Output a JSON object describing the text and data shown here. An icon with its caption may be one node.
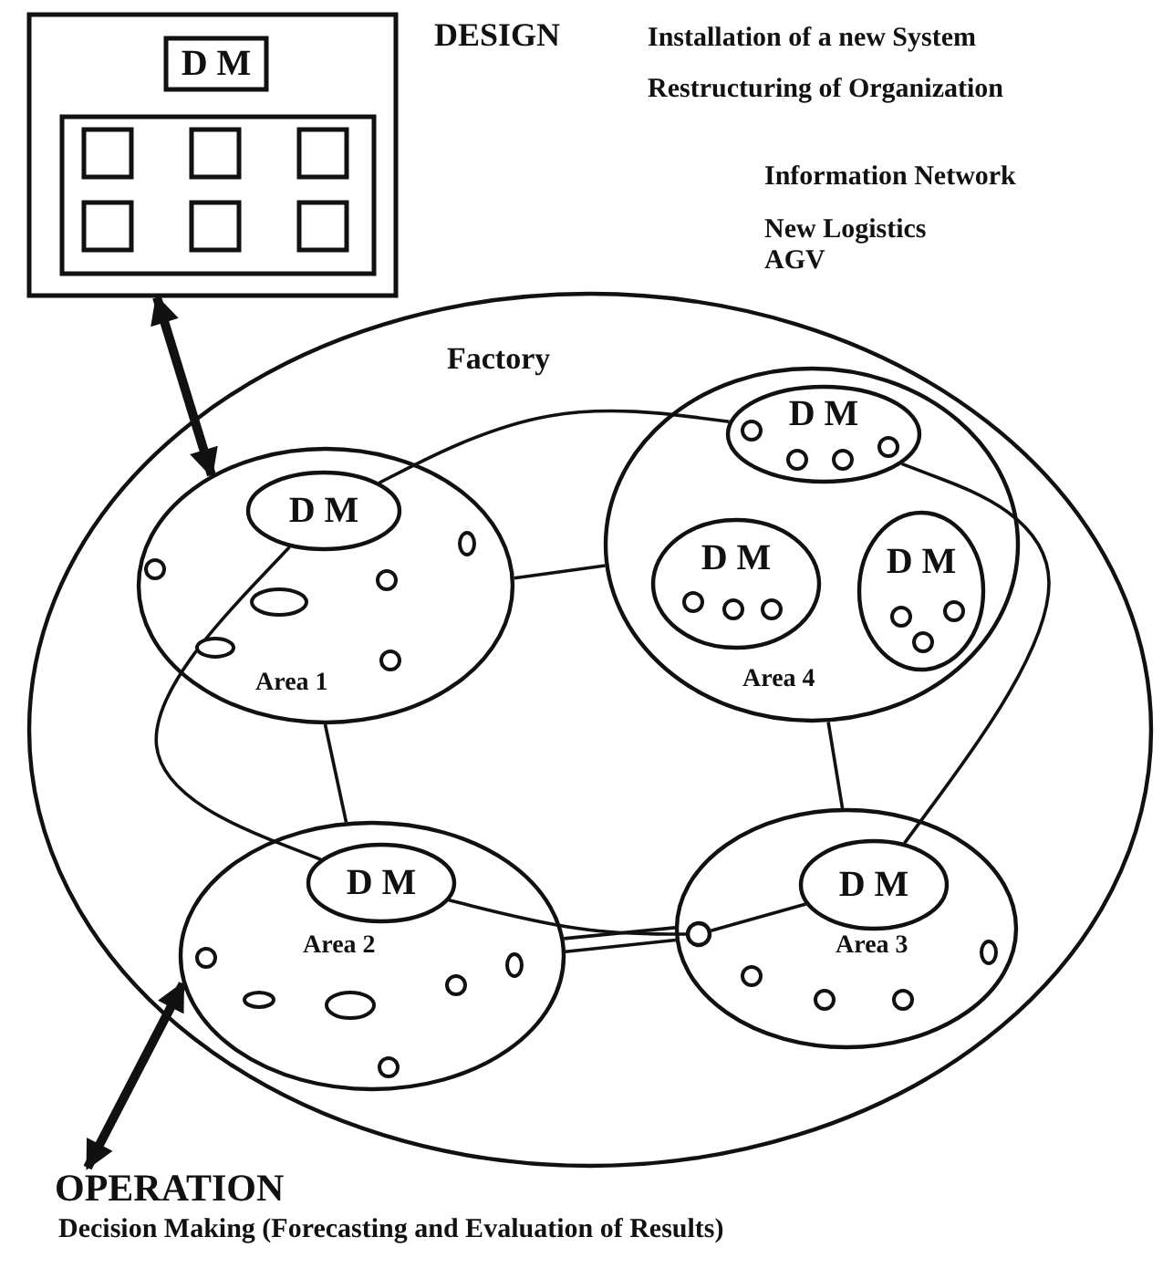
{
  "diagram": {
    "nodes": [
      {
        "text": [],
        "shape": "box"
      },
      {
        "text": [
          "D M"
        ],
        "in": 0
      },
      {
        "text": [],
        "shape": "box",
        "in": 0
      },
      {
        "text": [],
        "shape": "box",
        "in": 2
      },
      {
        "text": [],
        "shape": "box",
        "in": 2
      },
      {
        "text": [],
        "shape": "box",
        "in": 2
      },
      {
        "text": [],
        "shape": "box",
        "in": 2
      },
      {
        "text": [],
        "shape": "box",
        "in": 2
      },
      {
        "text": [],
        "shape": "box",
        "in": 2
      },
      {
        "text": [
          "Factory"
        ]
      },
      {
        "text": [
          "Area 1"
        ],
        "in": 9
      },
      {
        "text": [
          "D M"
        ],
        "in": 10
      },
      {
        "text": [
          "Area 4"
        ],
        "in": 9
      },
      {
        "text": [
          "D M"
        ],
        "in": 12
      },
      {
        "text": [
          "D M"
        ],
        "in": 12
      },
      {
        "text": [
          "D M"
        ],
        "in": 12
      },
      {
        "text": [
          "Area 2"
        ],
        "in": 9
      },
      {
        "text": [
          "D M"
        ],
        "in": 16
      },
      {
        "text": [
          "Area 3"
        ],
        "in": 9
      },
      {
        "text": [
          "D M"
        ],
        "in": 18
      },
      {
        "text": [],
        "shape": "circle",
        "in": 18
      },
      {
        "text": [
          "OPERATION"
        ],
        "beside": [
          "Decision Making (Forecasting and Evaluation of Results)"
        ]
      }
    ],
    "edges": [
      {
        "from": 0,
        "to": 10,
        "arrow": "both",
        "style": "thick"
      },
      {
        "from": 21,
        "to": 16,
        "arrow": "both",
        "style": "thick"
      },
      {
        "from": 11,
        "to": 13,
        "arrow": "none"
      },
      {
        "from": 13,
        "to": 19,
        "arrow": "none"
      },
      {
        "from": 11,
        "to": 17,
        "arrow": "none"
      },
      {
        "from": 17,
        "to": 20,
        "arrow": "none"
      },
      {
        "from": 20,
        "to": 19,
        "arrow": "none"
      },
      {
        "from": 10,
        "to": 12,
        "arrow": "none"
      },
      {
        "from": 10,
        "to": 16,
        "arrow": "none"
      },
      {
        "from": 12,
        "to": 18,
        "arrow": "none"
      },
      {
        "from": 16,
        "to": 18,
        "arrow": "none"
      },
      {
        "from": 16,
        "to": 18,
        "arrow": "none"
      }
    ],
    "labels": [
      "DESIGN",
      "Installation of a new System",
      "Restructuring of Organization",
      "Information Network",
      "New Logistics",
      "AGV"
    ]
  }
}
